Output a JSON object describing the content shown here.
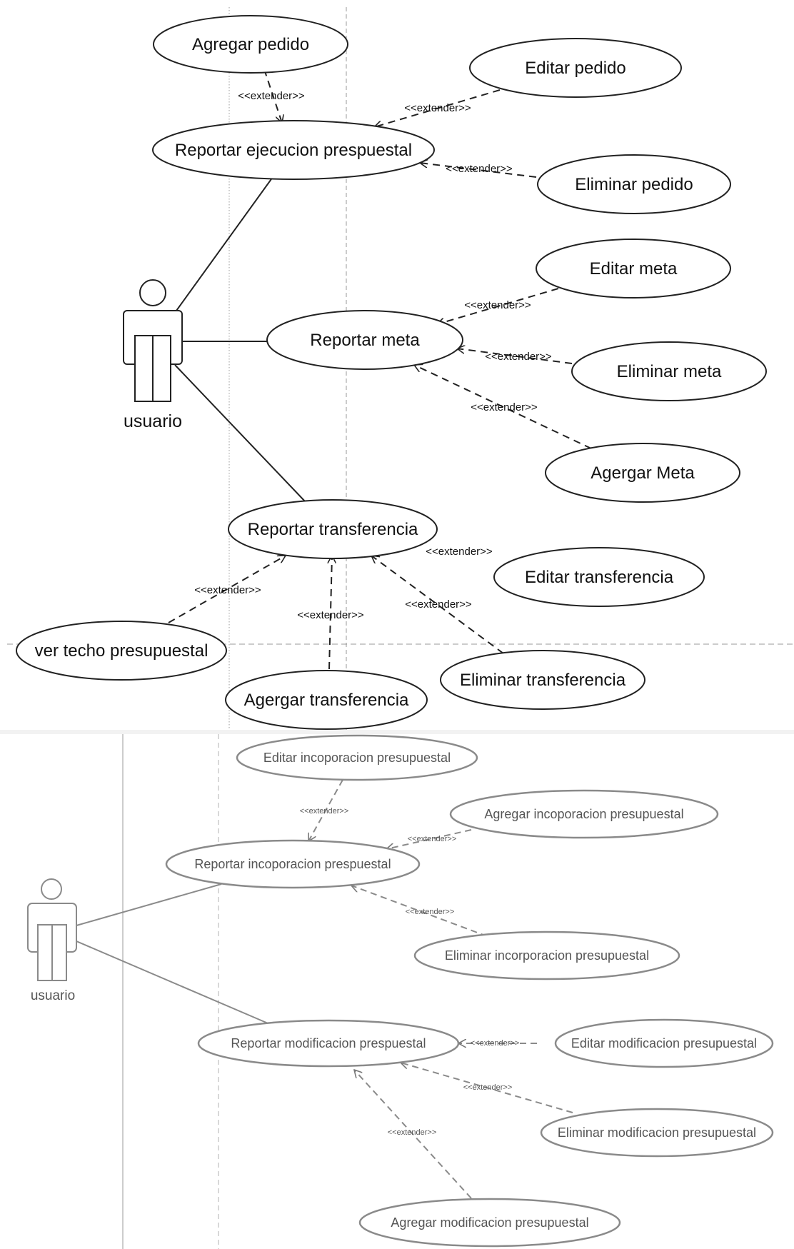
{
  "top": {
    "actor": "usuario",
    "use_cases": {
      "agregar_pedido": "Agregar pedido",
      "editar_pedido": "Editar pedido",
      "reportar_ejecucion": "Reportar ejecucion prespuestal",
      "eliminar_pedido": "Eliminar pedido",
      "editar_meta": "Editar meta",
      "reportar_meta": "Reportar meta",
      "eliminar_meta": "Eliminar meta",
      "agergar_meta": "Agergar Meta",
      "reportar_transferencia": "Reportar transferencia",
      "editar_transferencia": "Editar transferencia",
      "ver_techo": "ver techo presupuestal",
      "eliminar_transferencia": "Eliminar transferencia",
      "agergar_transferencia": "Agergar transferencia"
    },
    "extend_label": "<<extender>>"
  },
  "bottom": {
    "actor": "usuario",
    "use_cases": {
      "editar_incoporacion": "Editar incoporacion presupuestal",
      "agregar_incoporacion": "Agregar incoporacion presupuestal",
      "reportar_incoporacion": "Reportar incoporacion prespuestal",
      "eliminar_incorporacion": "Eliminar incorporacion presupuestal",
      "reportar_modificacion": "Reportar modificacion prespuestal",
      "editar_modificacion": "Editar modificacion presupuestal",
      "eliminar_modificacion": "Eliminar modificacion presupuestal",
      "agregar_modificacion": "Agregar modificacion presupuestal"
    },
    "extend_label": "<<extender>>"
  }
}
